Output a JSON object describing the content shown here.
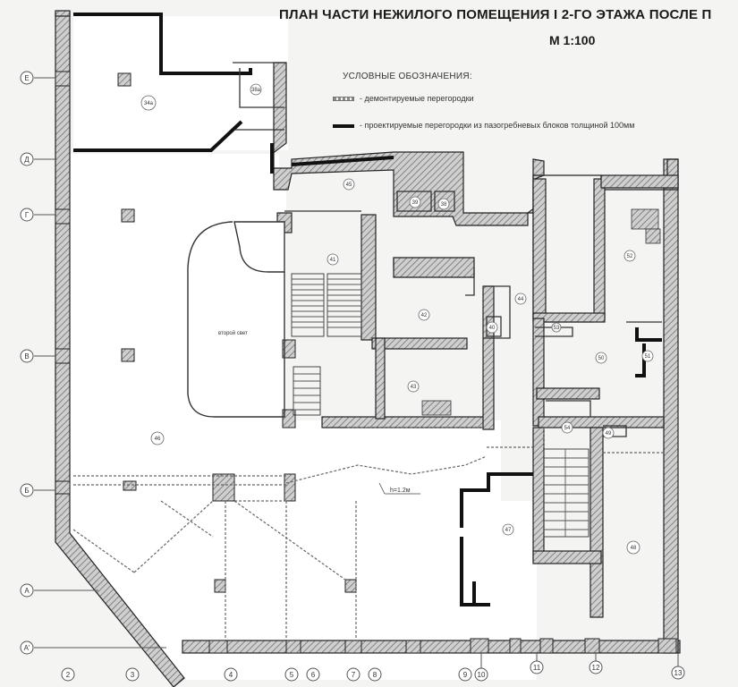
{
  "header": {
    "title": "ПЛАН ЧАСТИ НЕЖИЛОГО ПОМЕЩЕНИЯ I 2-ГО ЭТАЖА ПОСЛЕ П",
    "scale": "М 1:100"
  },
  "legend": {
    "title": "УСЛОВНЫЕ ОБОЗНАЧЕНИЯ:",
    "items": [
      {
        "symbol": "dashed-partition",
        "label": "- демонтируемые перегородки"
      },
      {
        "symbol": "solid-partition",
        "label": "- проектируемые перегородки из пазогребневых блоков толщиной 100мм"
      }
    ]
  },
  "row_axes": [
    "Е",
    "Д",
    "Г",
    "В",
    "Б",
    "А",
    "А'"
  ],
  "column_axes": [
    "2",
    "3",
    "4",
    "5",
    "6",
    "7",
    "8",
    "9",
    "10",
    "11",
    "12",
    "13"
  ],
  "room_labels": [
    "34а",
    "38а",
    "45",
    "39",
    "38",
    "44",
    "41",
    "42",
    "40",
    "43",
    "53",
    "52",
    "51",
    "50",
    "49",
    "46",
    "47",
    "48",
    "54"
  ],
  "annotations": {
    "double_height": "второй свет",
    "ceiling_height": "h=1.2м"
  },
  "colors": {
    "wall_hatch": "#9a9a9a",
    "wall_outline": "#222222",
    "new_partition": "#111111",
    "background": "#f4f5f3"
  }
}
